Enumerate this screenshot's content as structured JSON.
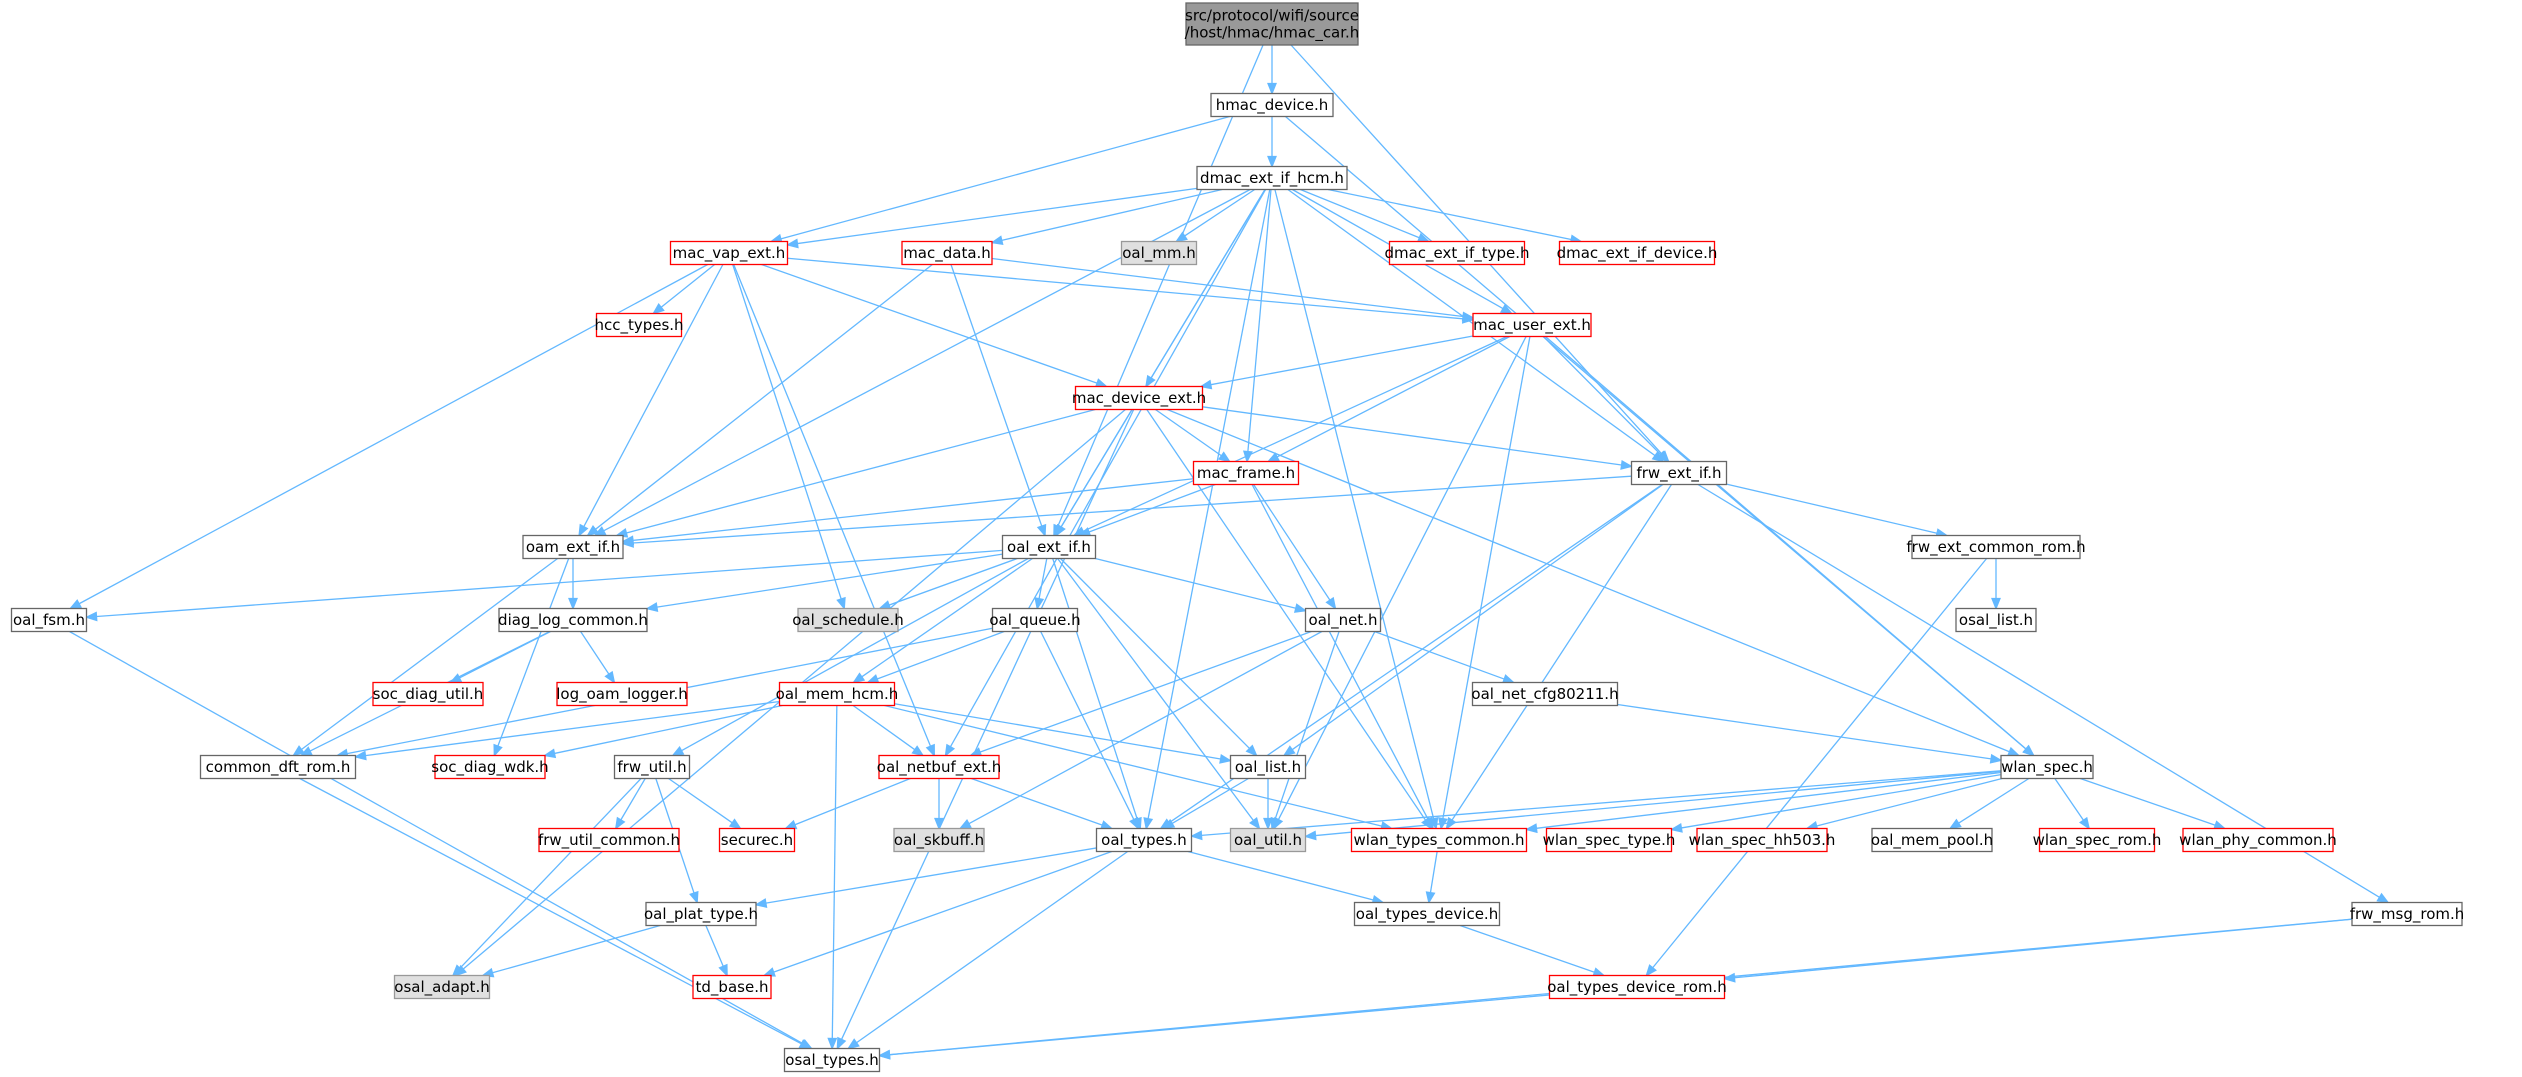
{
  "colors": {
    "edge": "#63b8ff",
    "root_fill": "#999999",
    "root_border": "#666666",
    "normal_fill": "#ffffff",
    "normal_border": "#666666",
    "truncated_border": "#ff0000",
    "external_fill": "#e0e0e0",
    "external_border": "#999999"
  },
  "nodes": [
    {
      "id": "root",
      "label": "src/protocol/wifi/source\n/host/hmac/hmac_car.h",
      "kind": "root"
    },
    {
      "id": "hmac_device",
      "label": "hmac_device.h",
      "kind": "normal"
    },
    {
      "id": "dmac_ext_if_hcm",
      "label": "dmac_ext_if_hcm.h",
      "kind": "normal"
    },
    {
      "id": "mac_vap_ext",
      "label": "mac_vap_ext.h",
      "kind": "truncated"
    },
    {
      "id": "mac_data",
      "label": "mac_data.h",
      "kind": "truncated"
    },
    {
      "id": "oal_mm",
      "label": "oal_mm.h",
      "kind": "external"
    },
    {
      "id": "dmac_ext_if_type",
      "label": "dmac_ext_if_type.h",
      "kind": "truncated"
    },
    {
      "id": "dmac_ext_if_device",
      "label": "dmac_ext_if_device.h",
      "kind": "truncated"
    },
    {
      "id": "hcc_types",
      "label": "hcc_types.h",
      "kind": "truncated"
    },
    {
      "id": "mac_user_ext",
      "label": "mac_user_ext.h",
      "kind": "truncated"
    },
    {
      "id": "mac_device_ext",
      "label": "mac_device_ext.h",
      "kind": "truncated"
    },
    {
      "id": "mac_frame",
      "label": "mac_frame.h",
      "kind": "truncated"
    },
    {
      "id": "frw_ext_if",
      "label": "frw_ext_if.h",
      "kind": "normal"
    },
    {
      "id": "oam_ext_if",
      "label": "oam_ext_if.h",
      "kind": "normal"
    },
    {
      "id": "oal_ext_if",
      "label": "oal_ext_if.h",
      "kind": "normal"
    },
    {
      "id": "frw_ext_common_rom",
      "label": "frw_ext_common_rom.h",
      "kind": "normal"
    },
    {
      "id": "oal_fsm",
      "label": "oal_fsm.h",
      "kind": "normal"
    },
    {
      "id": "diag_log_common",
      "label": "diag_log_common.h",
      "kind": "normal"
    },
    {
      "id": "oal_schedule",
      "label": "oal_schedule.h",
      "kind": "external"
    },
    {
      "id": "oal_queue",
      "label": "oal_queue.h",
      "kind": "normal"
    },
    {
      "id": "oal_net",
      "label": "oal_net.h",
      "kind": "normal"
    },
    {
      "id": "osal_list",
      "label": "osal_list.h",
      "kind": "normal"
    },
    {
      "id": "soc_diag_util",
      "label": "soc_diag_util.h",
      "kind": "truncated"
    },
    {
      "id": "log_oam_logger",
      "label": "log_oam_logger.h",
      "kind": "truncated"
    },
    {
      "id": "oal_mem_hcm",
      "label": "oal_mem_hcm.h",
      "kind": "truncated"
    },
    {
      "id": "oal_net_cfg80211",
      "label": "oal_net_cfg80211.h",
      "kind": "normal"
    },
    {
      "id": "common_dft_rom",
      "label": "common_dft_rom.h",
      "kind": "normal"
    },
    {
      "id": "soc_diag_wdk",
      "label": "soc_diag_wdk.h",
      "kind": "truncated"
    },
    {
      "id": "frw_util",
      "label": "frw_util.h",
      "kind": "normal"
    },
    {
      "id": "oal_netbuf_ext",
      "label": "oal_netbuf_ext.h",
      "kind": "truncated"
    },
    {
      "id": "oal_list",
      "label": "oal_list.h",
      "kind": "normal"
    },
    {
      "id": "wlan_spec",
      "label": "wlan_spec.h",
      "kind": "normal"
    },
    {
      "id": "frw_util_common",
      "label": "frw_util_common.h",
      "kind": "truncated"
    },
    {
      "id": "securec",
      "label": "securec.h",
      "kind": "truncated"
    },
    {
      "id": "oal_skbuff",
      "label": "oal_skbuff.h",
      "kind": "external"
    },
    {
      "id": "oal_types",
      "label": "oal_types.h",
      "kind": "normal"
    },
    {
      "id": "oal_util",
      "label": "oal_util.h",
      "kind": "external"
    },
    {
      "id": "wlan_types_common",
      "label": "wlan_types_common.h",
      "kind": "truncated"
    },
    {
      "id": "wlan_spec_type",
      "label": "wlan_spec_type.h",
      "kind": "truncated"
    },
    {
      "id": "wlan_spec_hh503",
      "label": "wlan_spec_hh503.h",
      "kind": "truncated"
    },
    {
      "id": "oal_mem_pool",
      "label": "oal_mem_pool.h",
      "kind": "normal"
    },
    {
      "id": "wlan_spec_rom",
      "label": "wlan_spec_rom.h",
      "kind": "truncated"
    },
    {
      "id": "wlan_phy_common",
      "label": "wlan_phy_common.h",
      "kind": "truncated"
    },
    {
      "id": "oal_plat_type",
      "label": "oal_plat_type.h",
      "kind": "normal"
    },
    {
      "id": "oal_types_device",
      "label": "oal_types_device.h",
      "kind": "normal"
    },
    {
      "id": "frw_msg_rom",
      "label": "frw_msg_rom.h",
      "kind": "normal"
    },
    {
      "id": "osal_adapt",
      "label": "osal_adapt.h",
      "kind": "external"
    },
    {
      "id": "td_base",
      "label": "td_base.h",
      "kind": "truncated"
    },
    {
      "id": "oal_types_device_rom",
      "label": "oal_types_device_rom.h",
      "kind": "truncated"
    },
    {
      "id": "osal_types",
      "label": "osal_types.h",
      "kind": "normal"
    }
  ],
  "edges": [
    [
      "root",
      "hmac_device"
    ],
    [
      "root",
      "oal_ext_if"
    ],
    [
      "root",
      "frw_ext_if"
    ],
    [
      "hmac_device",
      "dmac_ext_if_hcm"
    ],
    [
      "hmac_device",
      "mac_vap_ext"
    ],
    [
      "hmac_device",
      "wlan_spec"
    ],
    [
      "dmac_ext_if_hcm",
      "mac_vap_ext"
    ],
    [
      "dmac_ext_if_hcm",
      "mac_data"
    ],
    [
      "dmac_ext_if_hcm",
      "oal_mm"
    ],
    [
      "dmac_ext_if_hcm",
      "dmac_ext_if_type"
    ],
    [
      "dmac_ext_if_hcm",
      "dmac_ext_if_device"
    ],
    [
      "dmac_ext_if_hcm",
      "mac_user_ext"
    ],
    [
      "dmac_ext_if_hcm",
      "mac_device_ext"
    ],
    [
      "dmac_ext_if_hcm",
      "mac_frame"
    ],
    [
      "dmac_ext_if_hcm",
      "frw_ext_if"
    ],
    [
      "dmac_ext_if_hcm",
      "oam_ext_if"
    ],
    [
      "dmac_ext_if_hcm",
      "oal_ext_if"
    ],
    [
      "dmac_ext_if_hcm",
      "oal_netbuf_ext"
    ],
    [
      "dmac_ext_if_hcm",
      "oal_types"
    ],
    [
      "dmac_ext_if_hcm",
      "wlan_types_common"
    ],
    [
      "mac_vap_ext",
      "hcc_types"
    ],
    [
      "mac_vap_ext",
      "mac_user_ext"
    ],
    [
      "mac_vap_ext",
      "mac_device_ext"
    ],
    [
      "mac_vap_ext",
      "oam_ext_if"
    ],
    [
      "mac_vap_ext",
      "oal_fsm"
    ],
    [
      "mac_vap_ext",
      "oal_schedule"
    ],
    [
      "mac_vap_ext",
      "oal_netbuf_ext"
    ],
    [
      "mac_data",
      "mac_user_ext"
    ],
    [
      "mac_data",
      "oal_ext_if"
    ],
    [
      "mac_data",
      "oam_ext_if"
    ],
    [
      "mac_user_ext",
      "mac_device_ext"
    ],
    [
      "mac_user_ext",
      "mac_frame"
    ],
    [
      "mac_user_ext",
      "frw_ext_if"
    ],
    [
      "mac_user_ext",
      "oal_ext_if"
    ],
    [
      "mac_user_ext",
      "wlan_spec"
    ],
    [
      "mac_user_ext",
      "wlan_types_common"
    ],
    [
      "mac_user_ext",
      "oal_util"
    ],
    [
      "mac_device_ext",
      "mac_frame"
    ],
    [
      "mac_device_ext",
      "frw_ext_if"
    ],
    [
      "mac_device_ext",
      "oam_ext_if"
    ],
    [
      "mac_device_ext",
      "oal_ext_if"
    ],
    [
      "mac_device_ext",
      "wlan_spec"
    ],
    [
      "mac_device_ext",
      "wlan_types_common"
    ],
    [
      "mac_device_ext",
      "osal_types"
    ],
    [
      "mac_device_ext",
      "osal_adapt"
    ],
    [
      "mac_frame",
      "oam_ext_if"
    ],
    [
      "mac_frame",
      "oal_ext_if"
    ],
    [
      "mac_frame",
      "oal_net"
    ],
    [
      "mac_frame",
      "wlan_types_common"
    ],
    [
      "frw_ext_if",
      "oam_ext_if"
    ],
    [
      "frw_ext_if",
      "frw_ext_common_rom"
    ],
    [
      "frw_ext_if",
      "frw_msg_rom"
    ],
    [
      "frw_ext_if",
      "oal_list"
    ],
    [
      "frw_ext_if",
      "oal_types"
    ],
    [
      "frw_ext_if",
      "wlan_types_common"
    ],
    [
      "oam_ext_if",
      "diag_log_common"
    ],
    [
      "oam_ext_if",
      "common_dft_rom"
    ],
    [
      "oam_ext_if",
      "soc_diag_wdk"
    ],
    [
      "oal_ext_if",
      "oal_fsm"
    ],
    [
      "oal_ext_if",
      "diag_log_common"
    ],
    [
      "oal_ext_if",
      "oal_schedule"
    ],
    [
      "oal_ext_if",
      "oal_queue"
    ],
    [
      "oal_ext_if",
      "oal_net"
    ],
    [
      "oal_ext_if",
      "frw_util"
    ],
    [
      "oal_ext_if",
      "oal_list"
    ],
    [
      "oal_ext_if",
      "oal_types"
    ],
    [
      "oal_ext_if",
      "oal_util"
    ],
    [
      "oal_ext_if",
      "oal_mem_hcm"
    ],
    [
      "frw_ext_common_rom",
      "osal_list"
    ],
    [
      "frw_ext_common_rom",
      "oal_types_device_rom"
    ],
    [
      "oal_fsm",
      "osal_types"
    ],
    [
      "diag_log_common",
      "soc_diag_util"
    ],
    [
      "diag_log_common",
      "log_oam_logger"
    ],
    [
      "diag_log_common",
      "common_dft_rom"
    ],
    [
      "oal_queue",
      "oal_mem_hcm"
    ],
    [
      "oal_queue",
      "oal_types"
    ],
    [
      "oal_queue",
      "common_dft_rom"
    ],
    [
      "oal_net",
      "oal_net_cfg80211"
    ],
    [
      "oal_net",
      "oal_netbuf_ext"
    ],
    [
      "oal_net",
      "oal_util"
    ],
    [
      "oal_net",
      "oal_skbuff"
    ],
    [
      "oal_mem_hcm",
      "common_dft_rom"
    ],
    [
      "oal_mem_hcm",
      "soc_diag_wdk"
    ],
    [
      "oal_mem_hcm",
      "oal_netbuf_ext"
    ],
    [
      "oal_mem_hcm",
      "oal_list"
    ],
    [
      "oal_mem_hcm",
      "wlan_types_common"
    ],
    [
      "oal_mem_hcm",
      "osal_types"
    ],
    [
      "oal_net_cfg80211",
      "wlan_spec"
    ],
    [
      "common_dft_rom",
      "osal_types"
    ],
    [
      "frw_util",
      "frw_util_common"
    ],
    [
      "frw_util",
      "securec"
    ],
    [
      "frw_util",
      "oal_plat_type"
    ],
    [
      "frw_util",
      "osal_adapt"
    ],
    [
      "oal_netbuf_ext",
      "securec"
    ],
    [
      "oal_netbuf_ext",
      "oal_skbuff"
    ],
    [
      "oal_netbuf_ext",
      "oal_types"
    ],
    [
      "oal_list",
      "oal_types"
    ],
    [
      "oal_list",
      "oal_util"
    ],
    [
      "wlan_spec",
      "oal_types"
    ],
    [
      "wlan_spec",
      "oal_util"
    ],
    [
      "wlan_spec",
      "wlan_types_common"
    ],
    [
      "wlan_spec",
      "wlan_spec_type"
    ],
    [
      "wlan_spec",
      "wlan_spec_hh503"
    ],
    [
      "wlan_spec",
      "oal_mem_pool"
    ],
    [
      "wlan_spec",
      "wlan_spec_rom"
    ],
    [
      "wlan_spec",
      "wlan_phy_common"
    ],
    [
      "oal_types",
      "oal_plat_type"
    ],
    [
      "oal_types",
      "oal_types_device"
    ],
    [
      "oal_types",
      "td_base"
    ],
    [
      "oal_types",
      "osal_types"
    ],
    [
      "wlan_types_common",
      "oal_types_device"
    ],
    [
      "oal_plat_type",
      "osal_adapt"
    ],
    [
      "oal_plat_type",
      "td_base"
    ],
    [
      "oal_types_device",
      "oal_types_device_rom"
    ],
    [
      "frw_msg_rom",
      "oal_types_device_rom"
    ],
    [
      "frw_msg_rom",
      "osal_types"
    ],
    [
      "oal_types_device_rom",
      "osal_types"
    ]
  ]
}
